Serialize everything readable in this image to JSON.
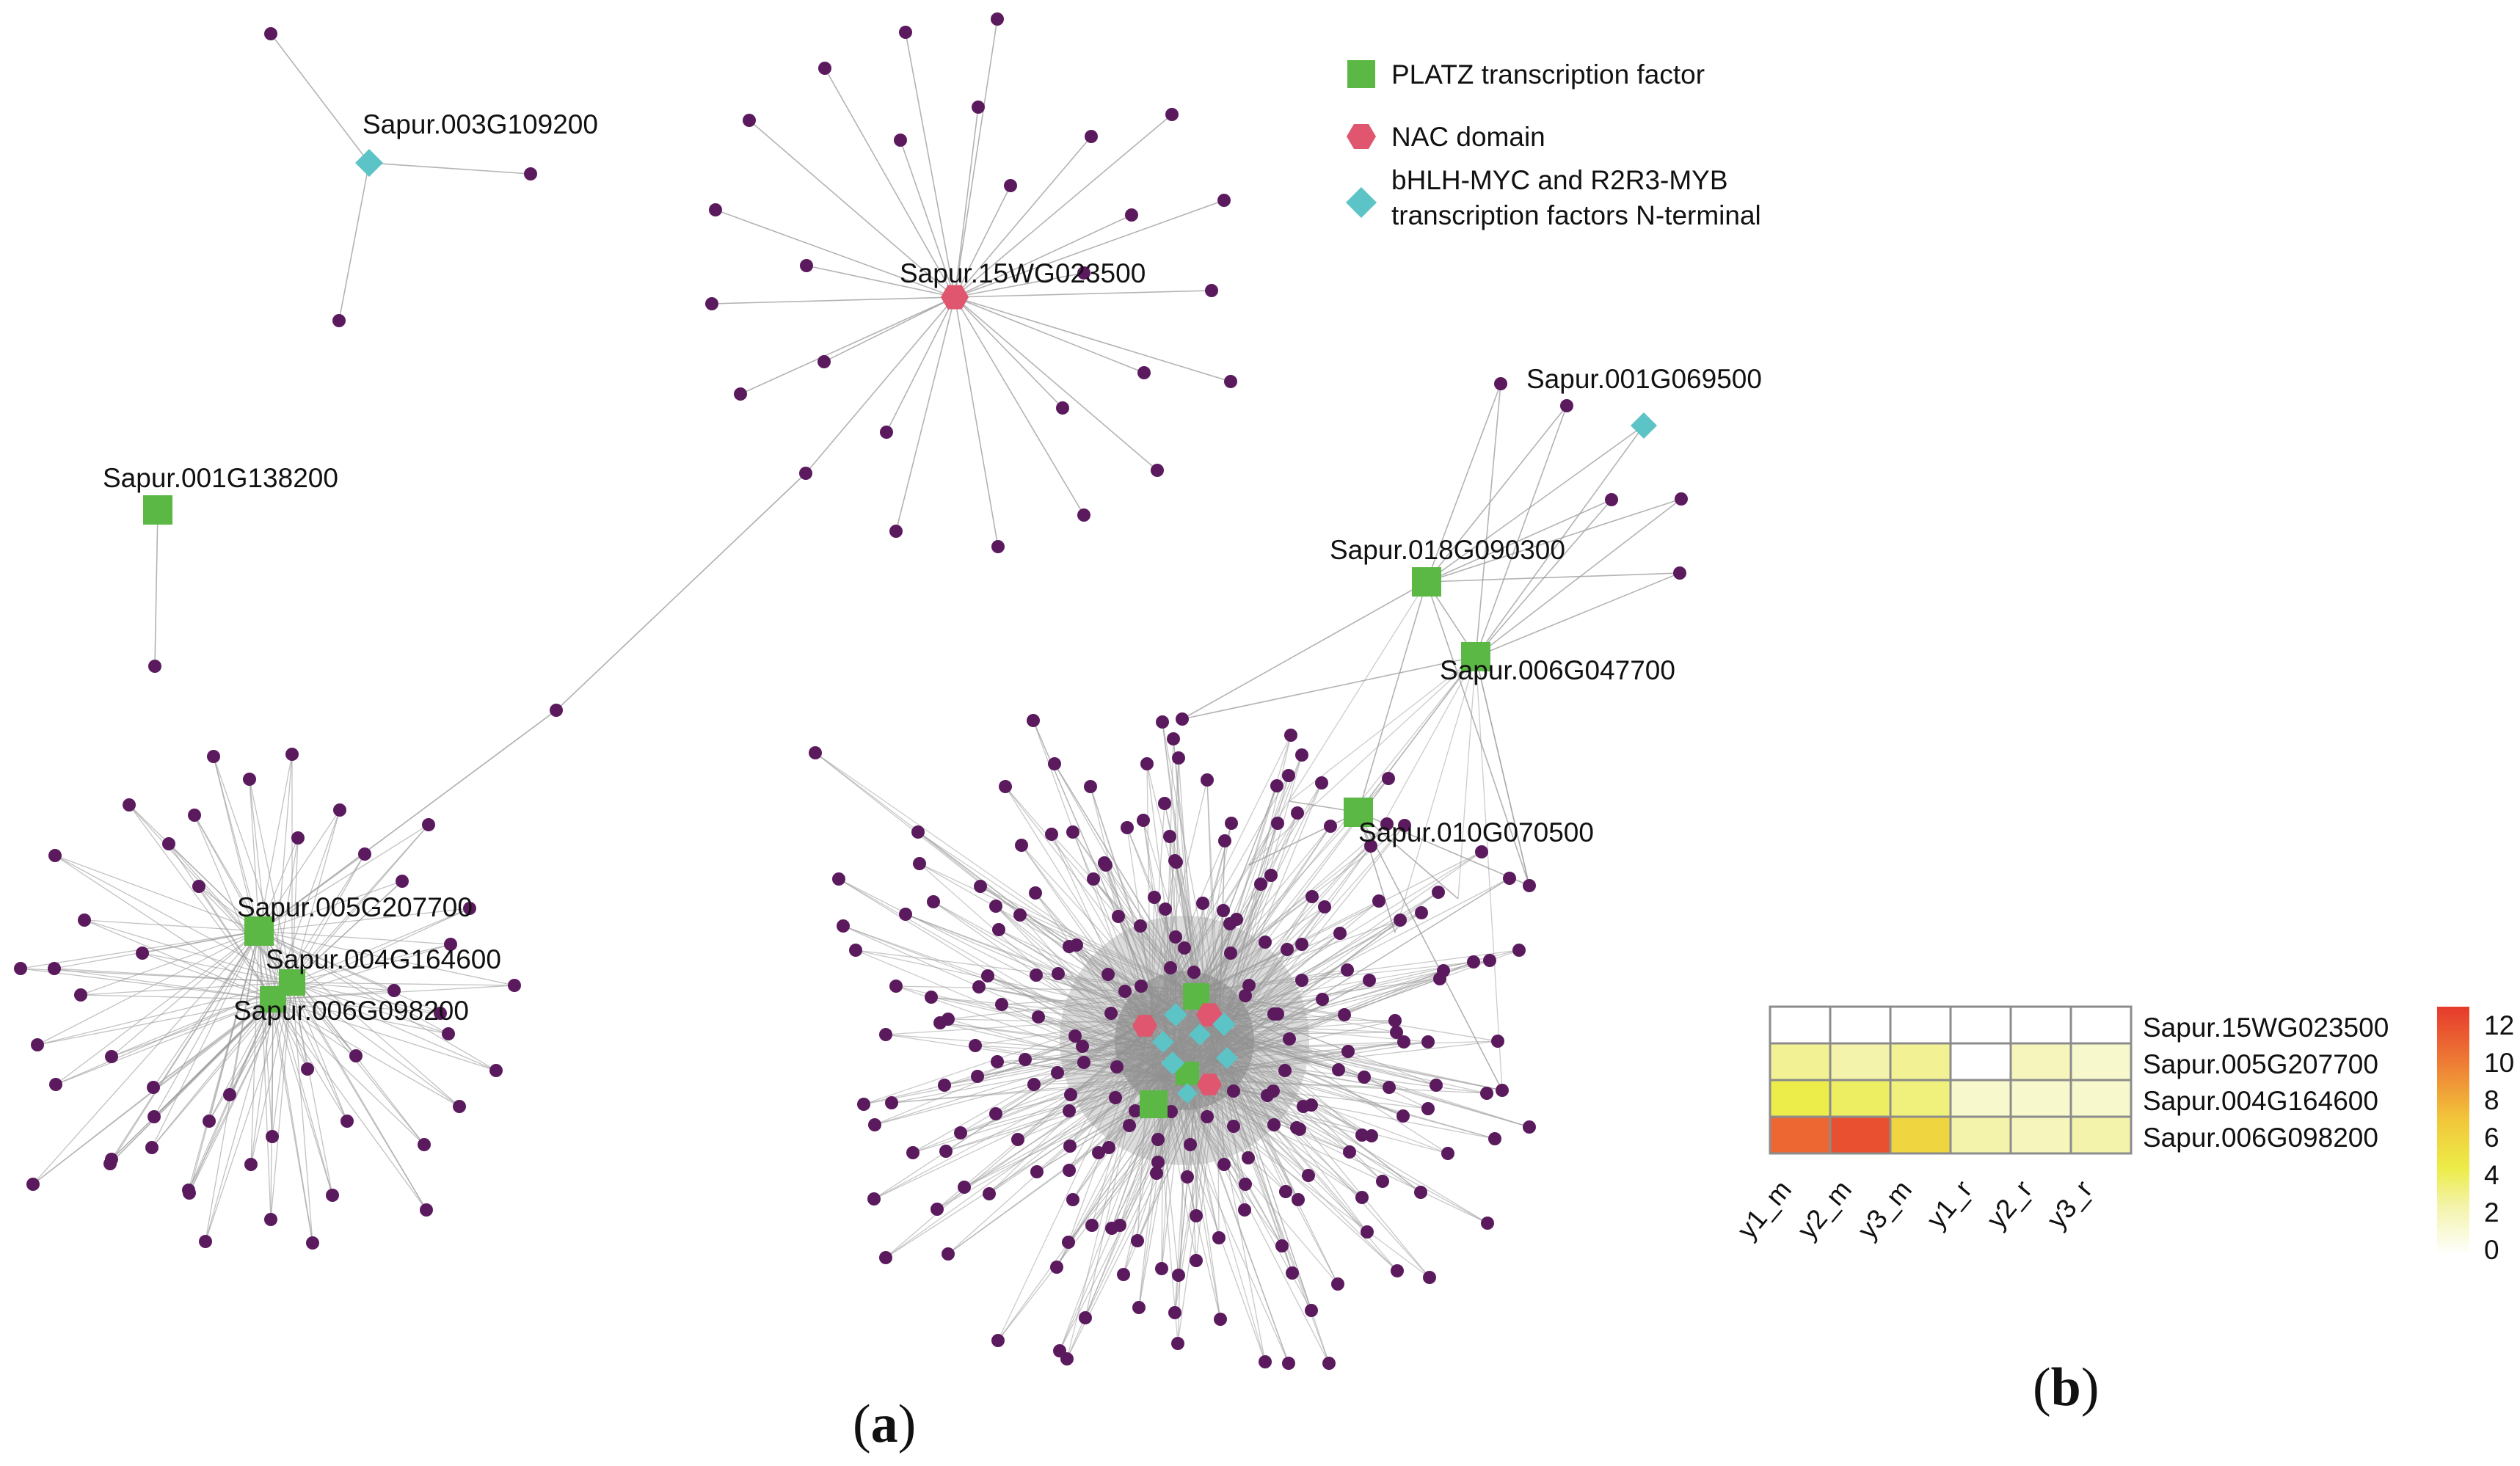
{
  "colors": {
    "gene_node": "#5b1a5e",
    "edge": "#9a9a9a",
    "platz": "#5cb845",
    "nac": "#e0566e",
    "bhlh": "#5cc4c6",
    "heatmap_border": "#8c8c8c"
  },
  "legend": {
    "items": [
      {
        "shape": "square",
        "color": "#5cb845",
        "lines": [
          "PLATZ transcription factor"
        ]
      },
      {
        "shape": "hexagon",
        "color": "#e0566e",
        "lines": [
          "NAC domain"
        ]
      },
      {
        "shape": "diamond",
        "color": "#5cc4c6",
        "lines": [
          "bHLH-MYC and R2R3-MYB",
          "transcription factors N-terminal"
        ]
      }
    ]
  },
  "network": {
    "labels": {
      "sapur_003G109200": "Sapur.003G109200",
      "sapur_15WG023500": "Sapur.15WG023500",
      "sapur_001G138200": "Sapur.001G138200",
      "sapur_001G069500": "Sapur.001G069500",
      "sapur_018G090300": "Sapur.018G090300",
      "sapur_006G047700": "Sapur.006G047700",
      "sapur_010G070500": "Sapur.010G070500",
      "sapur_005G207700": "Sapur.005G207700",
      "sapur_004G164600": "Sapur.004G164600",
      "sapur_006G098200": "Sapur.006G098200"
    }
  },
  "heatmap": {
    "rows": [
      "Sapur.15WG023500",
      "Sapur.005G207700",
      "Sapur.004G164600",
      "Sapur.006G098200"
    ],
    "columns": [
      "y1_m",
      "y2_m",
      "y3_m",
      "y1_r",
      "y2_r",
      "y3_r"
    ],
    "values": [
      [
        0,
        0,
        0,
        0,
        0,
        0
      ],
      [
        3,
        2.5,
        3,
        0,
        2,
        1.5
      ],
      [
        4.5,
        4,
        3.5,
        1.5,
        1.5,
        1.5
      ],
      [
        11,
        12,
        6,
        2.5,
        2,
        2.5
      ]
    ],
    "colorbar": {
      "min": 0,
      "max": 13,
      "ticks": [
        "12",
        "10",
        "8",
        "6",
        "4",
        "2",
        "0"
      ]
    }
  },
  "panels": {
    "a": {
      "open": "(",
      "letter": "a",
      "close": ")"
    },
    "b": {
      "open": "(",
      "letter": "b",
      "close": ")"
    }
  }
}
